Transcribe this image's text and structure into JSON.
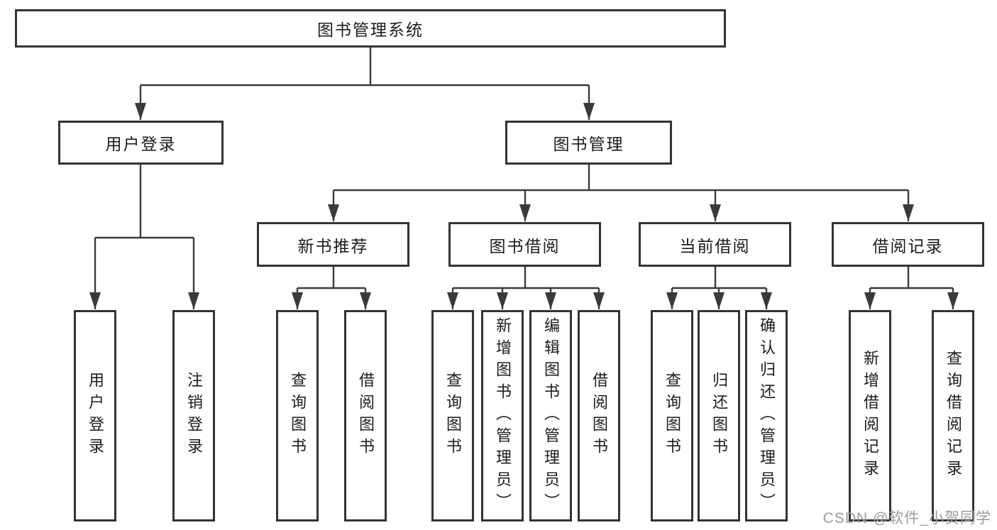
{
  "diagram": {
    "root": {
      "label": "图书管理系统"
    },
    "level2": [
      {
        "label": "用户登录"
      },
      {
        "label": "图书管理"
      }
    ],
    "level3": [
      {
        "label": "新书推荐"
      },
      {
        "label": "图书借阅"
      },
      {
        "label": "当前借阅"
      },
      {
        "label": "借阅记录"
      }
    ],
    "leaves": {
      "user_login": [
        "用户登录",
        "注销登录"
      ],
      "new_books": [
        "查询图书",
        "借阅图书"
      ],
      "book_borrow": [
        "查询图书",
        "新增图书（管理员）",
        "编辑图书（管理员）",
        "借阅图书"
      ],
      "current_borrow": [
        "查询图书",
        "归还图书",
        "确认归还（管理员）"
      ],
      "borrow_records": [
        "新增借阅记录",
        "查询借阅记录"
      ]
    },
    "colors": {
      "line": "#3a3a3a",
      "box_border": "#333333",
      "box_fill": "#ffffff",
      "text": "#1c1c1c",
      "watermark": "#9c9c9c"
    }
  },
  "watermark": {
    "text": "CSDN @软件_小贺同学"
  }
}
